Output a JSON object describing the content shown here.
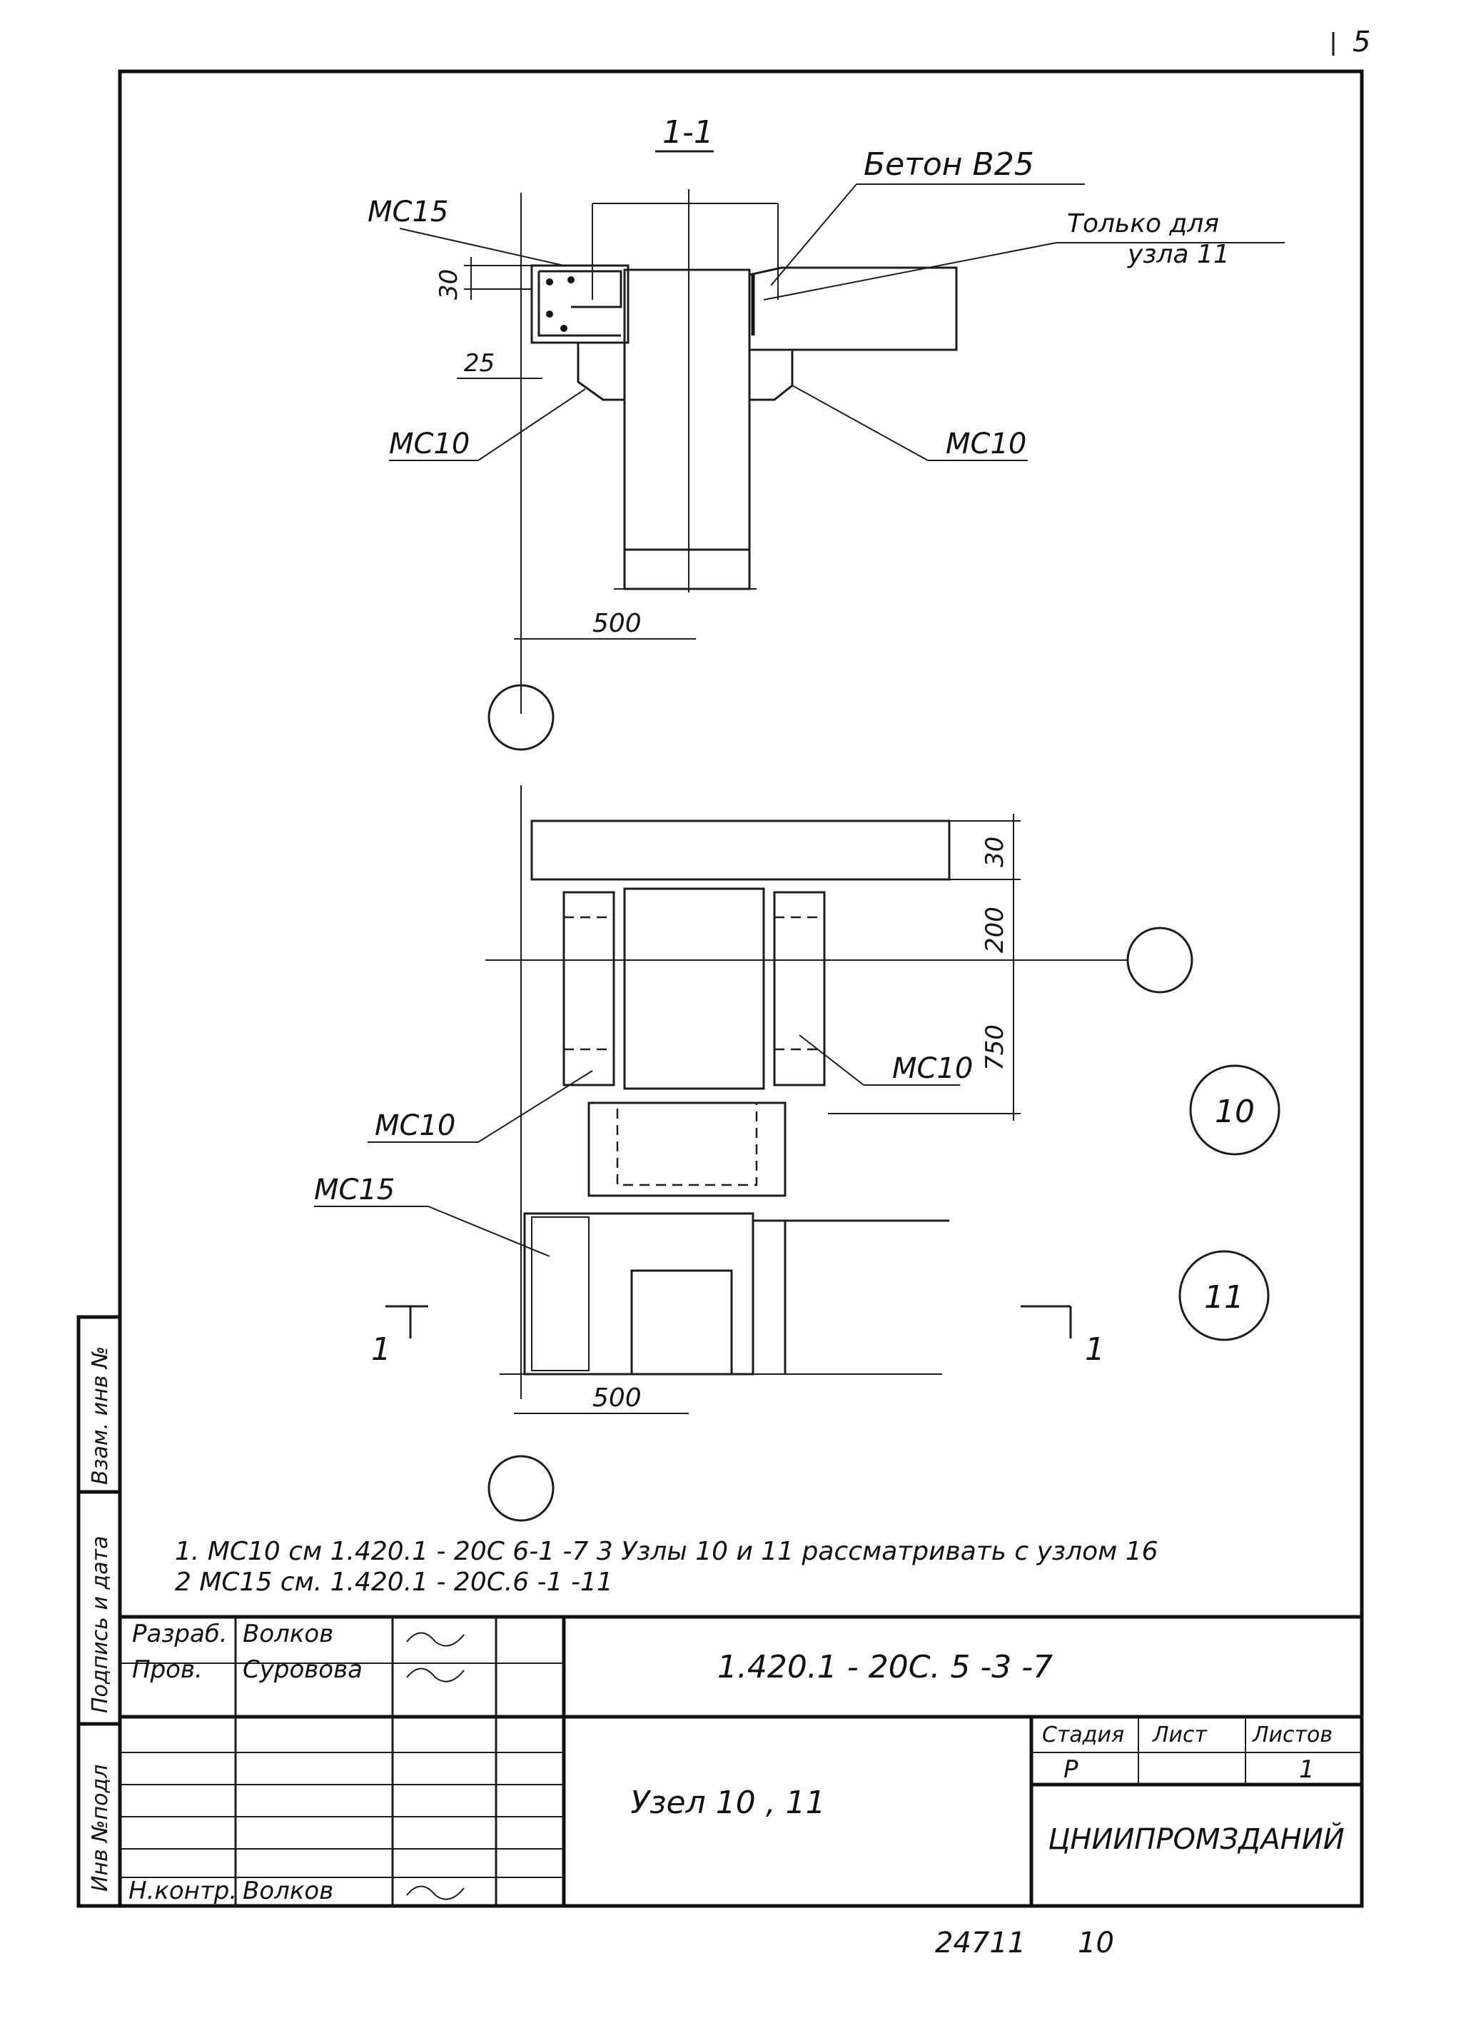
{
  "sheet_corner": "5",
  "section": {
    "title": "1-1",
    "concrete_label": "Бетон В25",
    "note_line1": "Только для",
    "note_line2": "узла 11",
    "mc15": "МС15",
    "mc10_left": "МС10",
    "mc10_right": "МС10",
    "dim_30": "30",
    "dim_25": "25",
    "dim_500": "500"
  },
  "plan": {
    "dim_30": "30",
    "dim_200": "200",
    "dim_750": "750",
    "mc10_right": "МС10",
    "mc10_left": "МС10",
    "mc15": "МС15",
    "node_10": "10",
    "node_11": "11",
    "cut_left": "1",
    "cut_right": "1",
    "dim_500": "500"
  },
  "notes": {
    "line1": "1. МС10 см 1.420.1 - 20С 6-1 -7 3 Узлы 10 и 11 рассматривать с узлом 16",
    "line2": "2 МС15 см. 1.420.1 - 20С.6 -1 -11"
  },
  "side_stamp": {
    "vzam": "Взам. инв №",
    "podpis": "Подпись и дата",
    "inv": "Инв №подл"
  },
  "title_block": {
    "role1": "Разраб.",
    "name1": "Волков",
    "role2": "Пров.",
    "name2": "Суровова",
    "role3": "Н.контр.",
    "name3": "Волков",
    "doc_code": "1.420.1 - 20С. 5 -3 -7",
    "title": "Узел 10 , 11",
    "stage_hdr": "Стадия",
    "sheet_hdr": "Лист",
    "sheets_hdr": "Листов",
    "stage": "Р",
    "sheets": "1",
    "org": "ЦНИИПРОМЗДАНИЙ"
  },
  "footer": {
    "num1": "24711",
    "num2": "10"
  }
}
